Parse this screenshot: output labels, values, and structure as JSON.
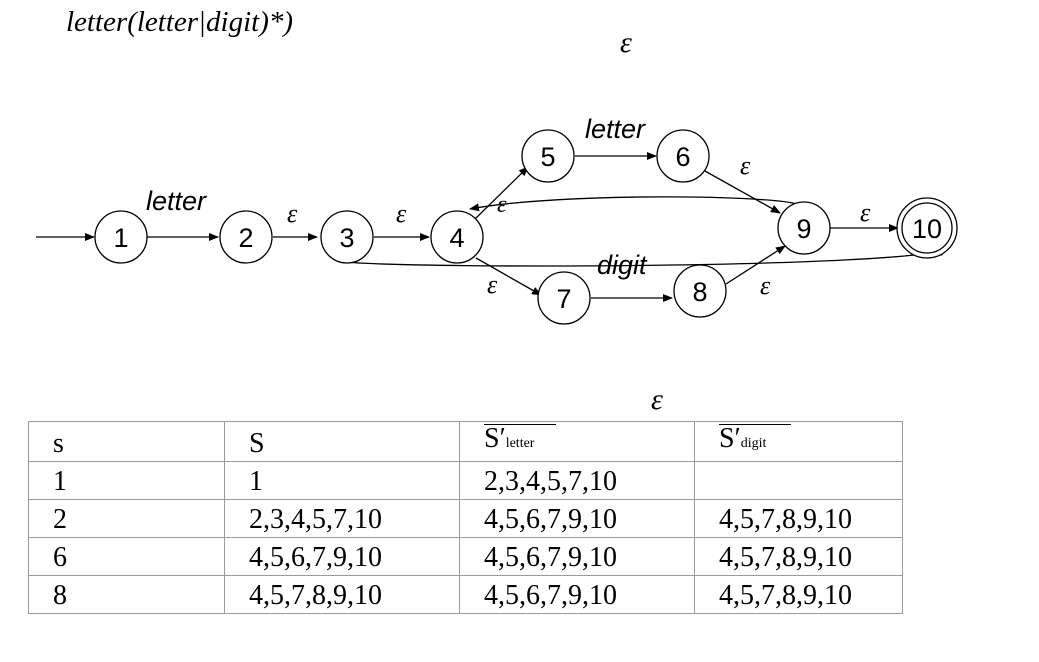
{
  "regex": "letter(letter|digit)*)",
  "epsilon": "ε",
  "nfa": {
    "states": [
      "1",
      "2",
      "3",
      "4",
      "5",
      "6",
      "7",
      "8",
      "9",
      "10"
    ],
    "labels": {
      "start_to_1": "",
      "t1_2": "letter",
      "t2_3": "ε",
      "t3_4": "ε",
      "t4_5": "ε",
      "t5_6": "letter",
      "t6_9": "ε",
      "t9_4": "ε",
      "t9_10": "ε",
      "t3_10": "",
      "t4_7": "ε",
      "t7_8": "digit",
      "t8_9": "ε"
    }
  },
  "table": {
    "headers": {
      "s": "s",
      "S": "S",
      "s_letter_main": "S′",
      "s_letter_sub": "letter",
      "s_digit_main": "S′",
      "s_digit_sub": "digit"
    },
    "rows": [
      [
        "1",
        "1",
        "2,3,4,5,7,10",
        ""
      ],
      [
        "2",
        "2,3,4,5,7,10",
        "4,5,6,7,9,10",
        "4,5,7,8,9,10"
      ],
      [
        "6",
        "4,5,6,7,9,10",
        "4,5,6,7,9,10",
        "4,5,7,8,9,10"
      ],
      [
        "8",
        "4,5,7,8,9,10",
        "4,5,6,7,9,10",
        "4,5,7,8,9,10"
      ]
    ]
  }
}
